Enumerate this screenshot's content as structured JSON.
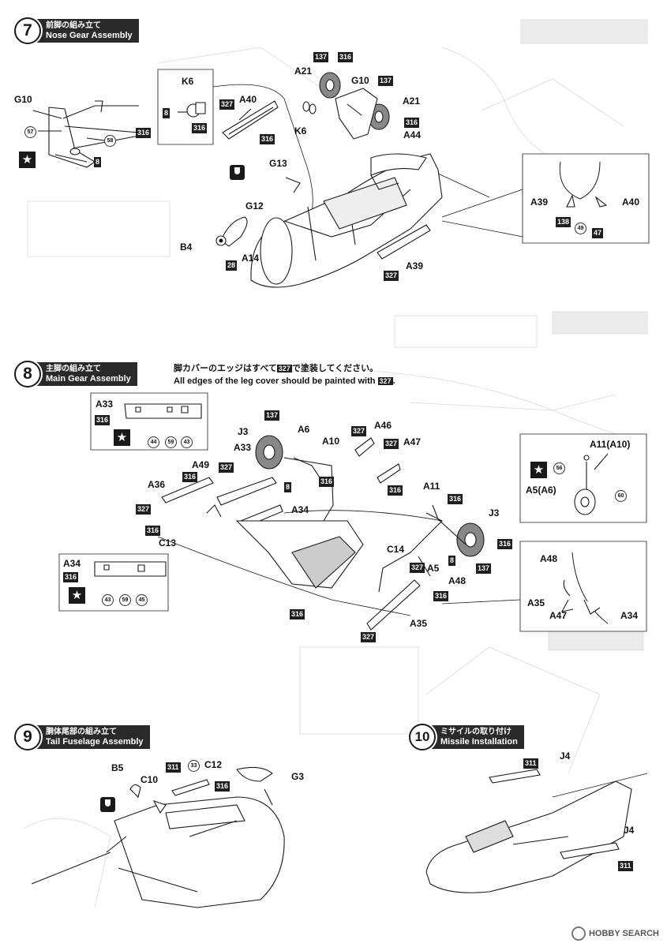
{
  "steps": {
    "s7": {
      "num": "7",
      "jp": "前脚の組み立て",
      "en": "Nose Gear Assembly"
    },
    "s8": {
      "num": "8",
      "jp": "主脚の組み立て",
      "en": "Main Gear Assembly"
    },
    "s9": {
      "num": "9",
      "jp": "胴体尾部の組み立て",
      "en": "Tail Fuselage Assembly"
    },
    "s10": {
      "num": "10",
      "jp": "ミサイルの取り付け",
      "en": "Missile Installation"
    }
  },
  "note8": {
    "jp_before": "脚カバーのエッジはすべて",
    "jp_after": "で塗装してください。",
    "en_before": "All edges of the leg cover should be painted with",
    "en_after": ".",
    "color": "327"
  },
  "parts": {
    "g10a": "G10",
    "k6": "K6",
    "a40": "A40",
    "k6b": "K6",
    "a21a": "A21",
    "g10b": "G10",
    "a21b": "A21",
    "a44": "A44",
    "g13": "G13",
    "g12": "G12",
    "b4": "B4",
    "a14": "A14",
    "a39": "A39",
    "a39i": "A39",
    "a40i": "A40",
    "a33": "A33",
    "j3a": "J3",
    "a6": "A6",
    "a10": "A10",
    "a46": "A46",
    "a47": "A47",
    "a33b": "A33",
    "a49": "A49",
    "a36": "A36",
    "a34": "A34",
    "c13": "C13",
    "a11": "A11",
    "j3b": "J3",
    "c14": "C14",
    "a5": "A5",
    "a48": "A48",
    "a35": "A35",
    "a34b": "A34",
    "a11i": "A11(A10)",
    "a5i": "A5(A6)",
    "a48i": "A48",
    "a35i": "A35",
    "a47i": "A47",
    "a34i": "A34",
    "b5": "B5",
    "c10": "C10",
    "c12": "C12",
    "g3": "G3",
    "j4a": "J4",
    "j4b": "J4"
  },
  "paint": {
    "p7_137a": "137",
    "p7_316a": "316",
    "p7_137b": "137",
    "p7_316b": "316",
    "p7_8a": "8",
    "p7_316c": "316",
    "p7_327a": "327",
    "p7_316d": "316",
    "p7_8b": "8",
    "p7_28": "28",
    "p7_327b": "327",
    "p7_138": "138",
    "p7_47": "47",
    "p7_316e": "316",
    "p8_316a": "316",
    "p8_137": "137",
    "p8_327a": "327",
    "p8_327b": "327",
    "p8_316b": "316",
    "p8_327c": "327",
    "p8_8a": "8",
    "p8_316c": "316",
    "p8_327d": "327",
    "p8_316d": "316",
    "p8_316e": "316",
    "p8_316f": "316",
    "p8_8b": "8",
    "p8_137b": "137",
    "p8_327e": "327",
    "p8_316g": "316",
    "p8_316h": "316",
    "p8_327f": "327",
    "p8_316i": "316",
    "p9_311": "311",
    "p9_316": "316",
    "p10_311a": "311",
    "p10_311b": "311"
  },
  "codes": {
    "c57": "57",
    "c58": "58",
    "c49": "49",
    "c44": "44",
    "c59a": "59",
    "c43a": "43",
    "c43b": "43",
    "c59b": "59",
    "c45": "45",
    "c56": "56",
    "c60": "60",
    "c33": "33"
  },
  "watermark": "HOBBY SEARCH"
}
